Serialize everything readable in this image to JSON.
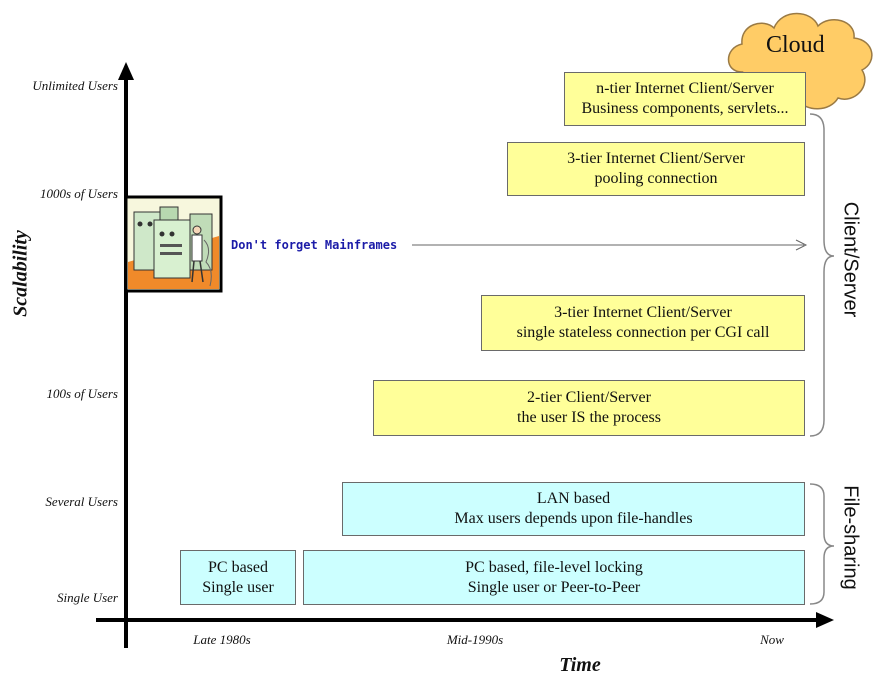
{
  "axes": {
    "y_title": "Scalability",
    "x_title": "Time",
    "y_ticks": [
      "Unlimited Users",
      "1000s of Users",
      "100s of Users",
      "Several Users",
      "Single User"
    ],
    "x_ticks": [
      "Late 1980s",
      "Mid-1990s",
      "Now"
    ]
  },
  "cloud": {
    "label": "Cloud"
  },
  "mainframe": {
    "note": "Don't forget Mainframes"
  },
  "boxes": {
    "ntier": {
      "line1": "n-tier Internet Client/Server",
      "line2": "Business components, servlets..."
    },
    "three_tier_pool": {
      "line1": "3-tier Internet Client/Server",
      "line2": "pooling connection"
    },
    "three_tier_cgi": {
      "line1": "3-tier Internet Client/Server",
      "line2": "single stateless connection per CGI call"
    },
    "two_tier": {
      "line1": "2-tier Client/Server",
      "line2": "the user IS the process"
    },
    "lan": {
      "line1": "LAN based",
      "line2": "Max users depends upon file-handles"
    },
    "pc_single": {
      "line1": "PC based",
      "line2": "Single user"
    },
    "pc_file_lock": {
      "line1": "PC based, file-level locking",
      "line2": "Single user or Peer-to-Peer"
    }
  },
  "side_labels": {
    "client_server": "Client/Server",
    "file_sharing": "File-sharing"
  },
  "colors": {
    "yellow_box": "#ffff99",
    "cyan_box": "#ccffff",
    "note_text": "#1b1ba8"
  }
}
